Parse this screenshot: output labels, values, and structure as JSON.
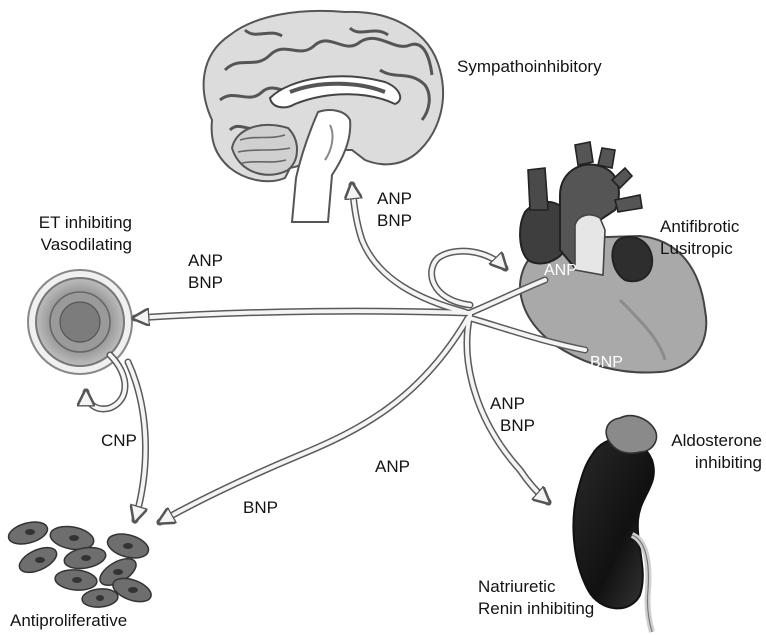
{
  "labels": {
    "sympathoinhibitory": "Sympathoinhibitory",
    "brain_arrow_line1": "ANP",
    "brain_arrow_line2": "BNP",
    "antifibrotic": "Antifibrotic",
    "lusitropic": "Lusitropic",
    "heart_anp": "ANP",
    "heart_bnp": "BNP",
    "et_inhibiting": "ET inhibiting",
    "vasodilating": "Vasodilating",
    "vessel_arrow_line1": "ANP",
    "vessel_arrow_line2": "BNP",
    "cnp": "CNP",
    "kidney_arrow_line1": "ANP",
    "kidney_arrow_line2": "BNP",
    "anp_to_cells": "ANP",
    "bnp_to_cells": "BNP",
    "aldosterone": "Aldosterone",
    "aldosterone_inhibiting": "inhibiting",
    "natriuretic": "Natriuretic",
    "renin_inhibiting": "Renin inhibiting",
    "antiproliferative": "Antiproliferative"
  }
}
